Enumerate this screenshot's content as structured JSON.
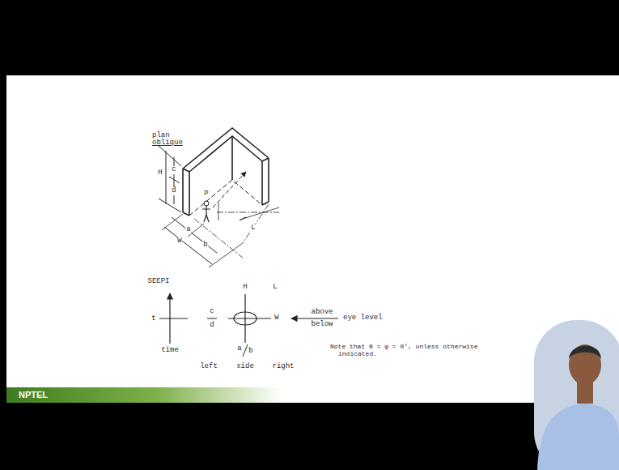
{
  "diagram": {
    "labels": [
      "plan",
      "oblique",
      "H",
      "c",
      "d",
      "P",
      "a",
      "W",
      "b",
      "L",
      "SEEPI",
      "t",
      "time",
      "c",
      "d",
      "H",
      "L",
      "W",
      "above",
      "below",
      "eye level",
      "a",
      "b",
      "left",
      "side",
      "right",
      "Note that θ = φ = 0°, unless otherwise indicated.",
      "NPTEL"
    ]
  }
}
